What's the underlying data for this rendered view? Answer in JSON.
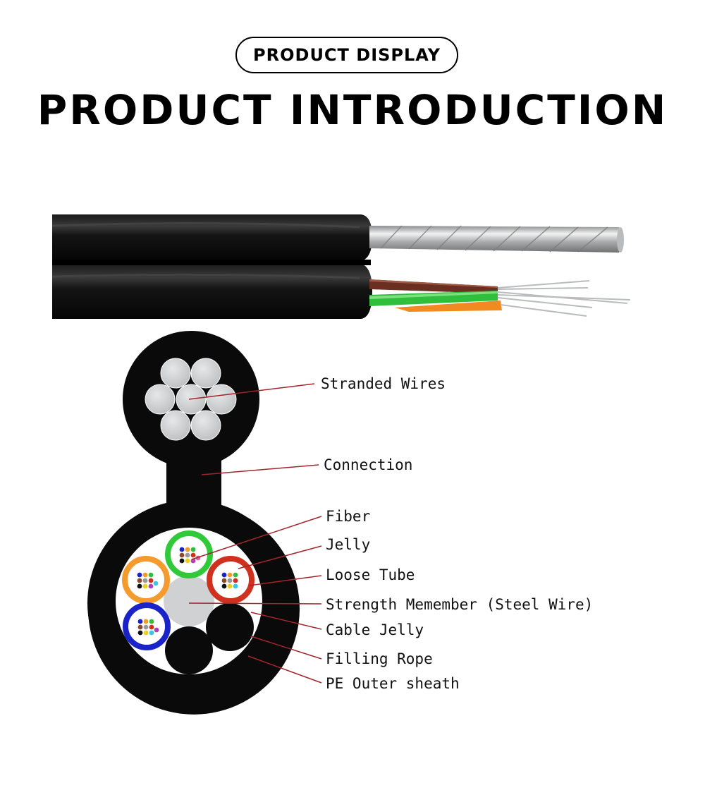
{
  "header": {
    "badge": "PRODUCT DISPLAY",
    "title": "PRODUCT INTRODUCTION"
  },
  "callouts": {
    "stranded_wires": "Stranded Wires",
    "connection": "Connection",
    "fiber": "Fiber",
    "jelly": "Jelly",
    "loose_tube": "Loose Tube",
    "strength_member": "Strength Memember (Steel Wire)",
    "cable_jelly": "Cable Jelly",
    "filling_rope": "Filling Rope",
    "pe_outer_sheath": "PE Outer sheath"
  },
  "colors": {
    "sheath": "#0a0a0a",
    "leader_line": "#a3242a",
    "tube_green": "#31c93a",
    "tube_orange": "#f59a2c",
    "tube_red": "#d0301e",
    "tube_blue": "#1a23c8",
    "steel": "#cfd1d3"
  }
}
